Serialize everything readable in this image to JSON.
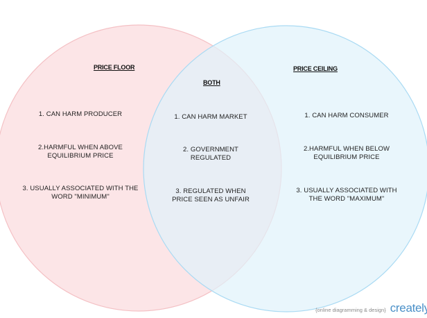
{
  "colors": {
    "left_fill": "#fbe1e3",
    "left_stroke": "#f4c0c4",
    "right_fill": "#dff2fb",
    "right_stroke": "#a9daf3",
    "brand": "#4a90c8"
  },
  "left": {
    "heading": "PRICE FLOOR",
    "items": [
      [
        "1. CAN HARM PRODUCER"
      ],
      [
        "2.HARMFUL WHEN ABOVE",
        "EQUILIBRIUM PRICE"
      ],
      [
        "3. USUALLY ASSOCIATED WITH THE",
        "WORD \"MINIMUM\""
      ]
    ]
  },
  "both": {
    "heading": "BOTH",
    "items": [
      [
        "1. CAN HARM MARKET"
      ],
      [
        "2. GOVERNMENT",
        "REGULATED"
      ],
      [
        "3. REGULATED WHEN",
        "PRICE SEEN AS UNFAIR"
      ]
    ]
  },
  "right": {
    "heading": "PRICE CEILING",
    "items": [
      [
        "1. CAN HARM CONSUMER"
      ],
      [
        "2.HARMFUL WHEN BELOW",
        "EQUILIBRIUM PRICE"
      ],
      [
        "3. USUALLY ASSOCIATED WITH",
        "THE WORD \"MAXIMUM\""
      ]
    ]
  },
  "watermark": {
    "tagline": "{online diagramming & design}",
    "brand": "creately"
  }
}
